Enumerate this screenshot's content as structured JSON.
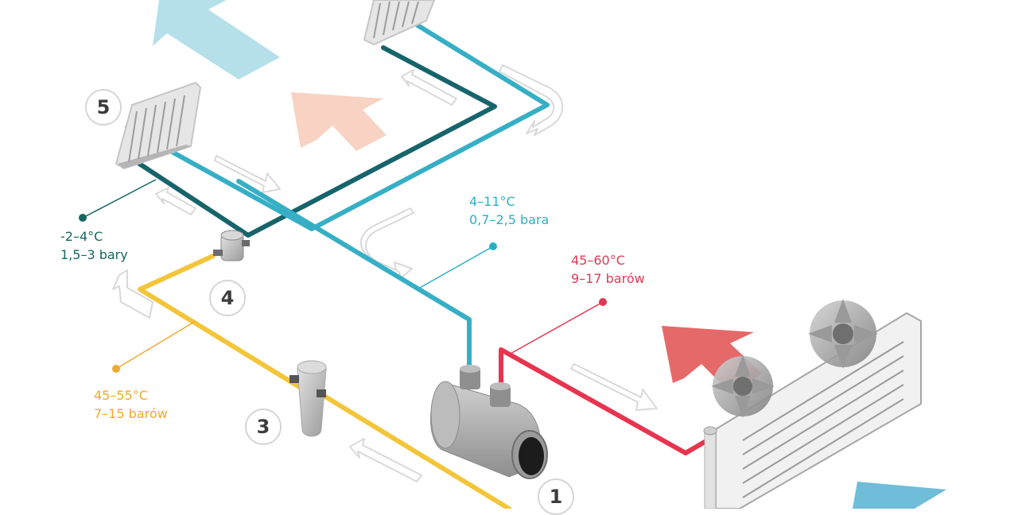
{
  "labels": {
    "evaporator_out": {
      "temp": "-2–4°C",
      "pressure": "1,5–3 bary",
      "color": "#16665f"
    },
    "suction": {
      "temp": "4–11°C",
      "pressure": "0,7–2,5 bara",
      "color": "#2ab0c4"
    },
    "discharge": {
      "temp": "45–60°C",
      "pressure": "9–17 barów",
      "color": "#e03a56"
    },
    "liquid": {
      "temp": "45–55°C",
      "pressure": "7–15 barów",
      "color": "#f0a830"
    }
  },
  "components": {
    "n1": "1",
    "n3": "3",
    "n4": "4",
    "n5": "5"
  },
  "colors": {
    "line_dark_teal": "#17646b",
    "line_cyan": "#36afc6",
    "line_red": "#e8344f",
    "line_yellow": "#f3c53a",
    "arrow_outline": "#d9d9d9",
    "airflow_light_blue": "#a8dbe6",
    "airflow_salmon": "#f6c7b3",
    "airflow_red": "#e35c5c",
    "airflow_blue": "#5fb6d4"
  }
}
